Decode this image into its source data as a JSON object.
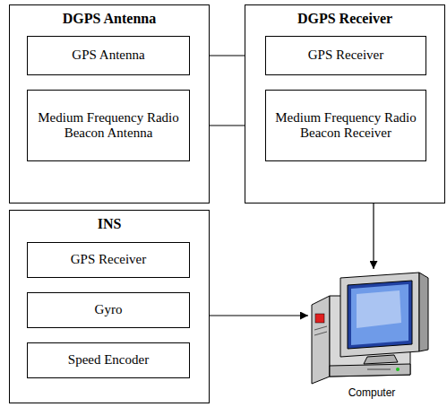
{
  "diagram": {
    "nodes": [
      {
        "text": [
          "DGPS Antenna"
        ]
      },
      {
        "text": [
          "GPS Antenna"
        ],
        "in": 0
      },
      {
        "text": [
          "Medium Frequency Radio Beacon Antenna"
        ],
        "in": 0
      },
      {
        "text": [
          "DGPS Receiver"
        ]
      },
      {
        "text": [
          "GPS Receiver"
        ],
        "in": 3
      },
      {
        "text": [
          "Medium Frequency Radio Beacon Receiver"
        ],
        "in": 3
      },
      {
        "text": [
          "INS"
        ]
      },
      {
        "text": [
          "GPS Receiver"
        ],
        "in": 6
      },
      {
        "text": [
          "Gyro"
        ],
        "in": 6
      },
      {
        "text": [
          "Speed Encoder"
        ],
        "in": 6
      },
      {
        "text": [
          "Computer"
        ]
      }
    ],
    "edges": [
      {
        "from": 1,
        "to": 4,
        "arrow": "to"
      },
      {
        "from": 2,
        "to": 5,
        "arrow": "to"
      },
      {
        "from": 3,
        "to": 10,
        "arrow": "to"
      },
      {
        "from": 6,
        "to": 10,
        "arrow": "to"
      }
    ]
  }
}
